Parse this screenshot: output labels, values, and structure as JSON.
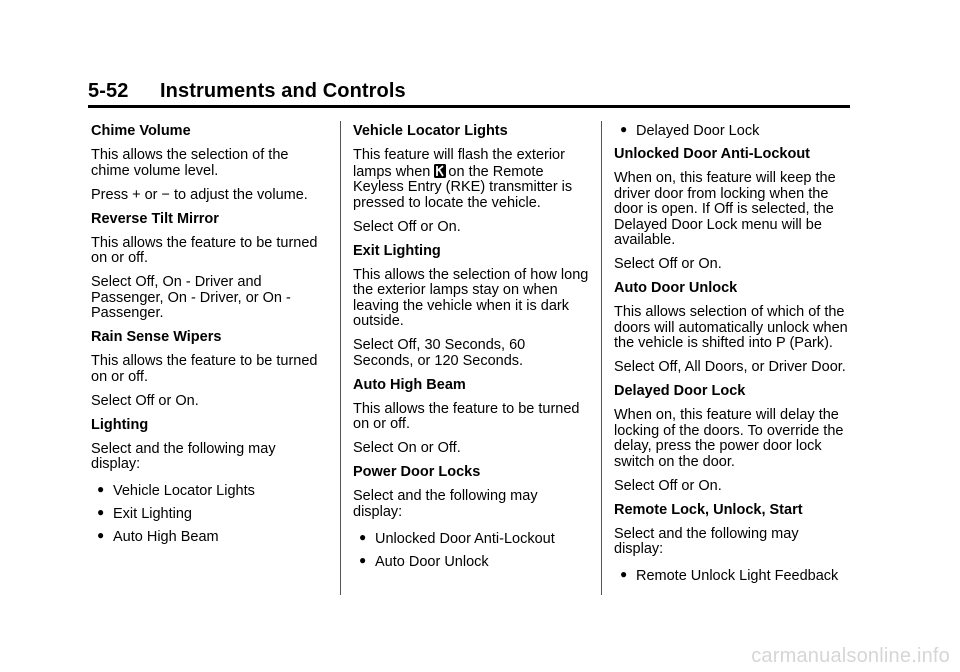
{
  "header": {
    "page_number": "5-52",
    "title": "Instruments and Controls"
  },
  "col1": {
    "chime_title": "Chime Volume",
    "chime_p1": "This allows the selection of the chime volume level.",
    "chime_p2": "Press + or − to adjust the volume.",
    "tilt_title": "Reverse Tilt Mirror",
    "tilt_p1": "This allows the feature to be turned on or off.",
    "tilt_p2": "Select Off, On - Driver and Passenger, On - Driver, or On - Passenger.",
    "rain_title": "Rain Sense Wipers",
    "rain_p1": "This allows the feature to be turned on or off.",
    "rain_p2": "Select Off or On.",
    "lighting_title": "Lighting",
    "lighting_p1": "Select and the following may display:",
    "lighting_items": [
      "Vehicle Locator Lights",
      "Exit Lighting",
      "Auto High Beam"
    ]
  },
  "col2": {
    "locator_title": "Vehicle Locator Lights",
    "locator_p1a": "This feature will flash the exterior lamps when",
    "locator_p1b": "on the Remote Keyless Entry (RKE) transmitter is pressed to locate the vehicle.",
    "locator_p2": "Select Off or On.",
    "exit_title": "Exit Lighting",
    "exit_p1": "This allows the selection of how long the exterior lamps stay on when leaving the vehicle when it is dark outside.",
    "exit_p2": "Select Off, 30 Seconds, 60 Seconds, or 120 Seconds.",
    "beam_title": "Auto High Beam",
    "beam_p1": "This allows the feature to be turned on or off.",
    "beam_p2": "Select On or Off.",
    "locks_title": "Power Door Locks",
    "locks_p1": "Select and the following may display:",
    "locks_items": [
      "Unlocked Door Anti-Lockout",
      "Auto Door Unlock"
    ]
  },
  "col3": {
    "top_item": "Delayed Door Lock",
    "anti_title": "Unlocked Door Anti-Lockout",
    "anti_p1": "When on, this feature will keep the driver door from locking when the door is open. If Off is selected, the Delayed Door Lock menu will be available.",
    "anti_p2": "Select Off or On.",
    "unlock_title": "Auto Door Unlock",
    "unlock_p1": "This allows selection of which of the doors will automatically unlock when the vehicle is shifted into P (Park).",
    "unlock_p2": "Select Off, All Doors, or Driver Door.",
    "delay_title": "Delayed Door Lock",
    "delay_p1": "When on, this feature will delay the locking of the doors. To override the delay, press the power door lock switch on the door.",
    "delay_p2": "Select Off or On.",
    "remote_title": "Remote Lock, Unlock, Start",
    "remote_p1": "Select and the following may display:",
    "remote_items": [
      "Remote Unlock Light Feedback"
    ]
  },
  "watermark": "carmanualsonline.info",
  "icons": {
    "key_fob": "unlock-key-icon",
    "bullet": "bullet-icon"
  }
}
